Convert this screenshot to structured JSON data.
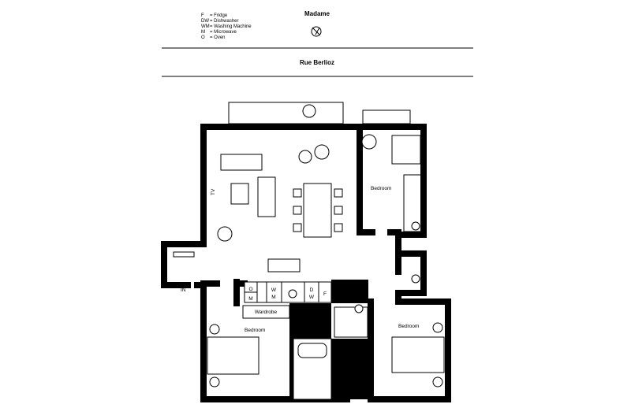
{
  "legend": [
    {
      "code": "F",
      "label": "= Fridge"
    },
    {
      "code": "DW",
      "label": "= Dishwasher"
    },
    {
      "code": "WM",
      "label": "= Washing Machine"
    },
    {
      "code": "M",
      "label": "= Microwave"
    },
    {
      "code": "O",
      "label": "= Oven"
    }
  ],
  "header": {
    "neighbor": "Madame",
    "street": "Rue Berlioz"
  },
  "rooms": {
    "tv": "TV",
    "bedroom_1": "Bedroom",
    "bedroom_2": "Bedroom",
    "bedroom_3": "Bedroom",
    "entrance": "IN",
    "wardrobe": "Wardrobe"
  },
  "kitchen": {
    "o": "O",
    "m": "M",
    "w": "W",
    "m2": "M",
    "d": "D",
    "w2": "W",
    "f": "F"
  },
  "colors": {
    "wall": "#000000",
    "background": "#ffffff"
  }
}
